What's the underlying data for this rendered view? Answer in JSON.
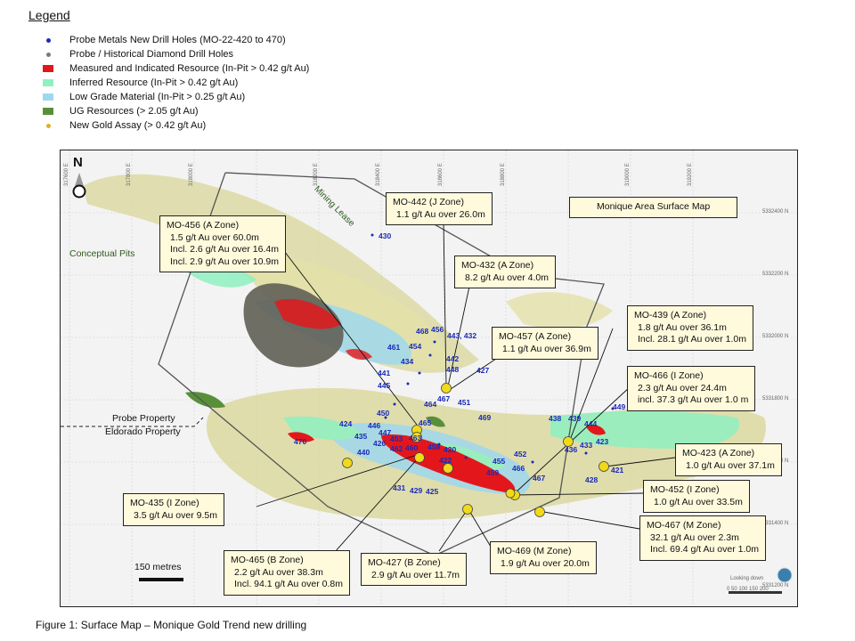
{
  "legend": {
    "title": "Legend",
    "items": [
      {
        "label": "Probe Metals New  Drill Holes (MO-22-420 to 470)",
        "kind": "dot",
        "color": "#1a2ab8"
      },
      {
        "label": "Probe / Historical Diamond Drill Holes",
        "kind": "dot",
        "color": "#7a7a7a"
      },
      {
        "label": "Measured and Indicated Resource (In-Pit > 0.42 g/t Au)",
        "kind": "box",
        "color": "#e3171b"
      },
      {
        "label": "Inferred Resource (In-Pit > 0.42 g/t Au)",
        "kind": "box",
        "color": "#8ff0c0"
      },
      {
        "label": "Low Grade Material (In-Pit > 0.25 g/t Au)",
        "kind": "box",
        "color": "#9fd8ee"
      },
      {
        "label": "UG Resources (> 2.05 g/t Au)",
        "kind": "box",
        "color": "#5a8f3a"
      },
      {
        "label": "New Gold Assay (> 0.42 g/t Au)",
        "kind": "dot",
        "color": "#e0b020"
      }
    ]
  },
  "map": {
    "north": "N",
    "title_box": "Monique Area Surface Map",
    "conceptual_pits": "Conceptual Pits",
    "mining_lease": "Mining Lease",
    "probe_property": "Probe Property",
    "eldorado_property": "Eldorado Property",
    "scale": "150 metres",
    "inset_scale": "0    50  100  150 200",
    "inset_label": "Looking down",
    "coords_right": [
      "5332400 N",
      "5332200 N",
      "5332000 N",
      "5331800 N",
      "5331600 N",
      "5331400 N",
      "5331200 N"
    ],
    "coords_top": [
      "317600 E",
      "317800 E",
      "318000 E",
      "318200 E",
      "318400 E",
      "318600 E",
      "318800 E",
      "319000 E",
      "319200 E"
    ],
    "hole_labels": [
      "430",
      "468",
      "456",
      "443, 432",
      "461",
      "454",
      "434",
      "442",
      "448",
      "427",
      "441",
      "445",
      "464",
      "467",
      "451",
      "450",
      "469",
      "424",
      "446",
      "447",
      "465",
      "435",
      "426",
      "453",
      "440",
      "462",
      "460",
      "463",
      "458",
      "420",
      "422",
      "470",
      "438",
      "439",
      "436",
      "444",
      "449",
      "433",
      "423",
      "452",
      "455",
      "466",
      "459",
      "428",
      "421",
      "467",
      "431",
      "429",
      "425"
    ]
  },
  "callouts": [
    {
      "title": "MO-442 (J Zone)",
      "lines": [
        "1.1 g/t Au over 26.0m"
      ]
    },
    {
      "title": "MO-456 (A Zone)",
      "lines": [
        "1.5 g/t Au over 60.0m",
        "Incl. 2.6 g/t Au over 16.4m",
        "Incl. 2.9 g/t Au over 10.9m"
      ]
    },
    {
      "title": "MO-432 (A Zone)",
      "lines": [
        "8.2 g/t Au over 4.0m"
      ]
    },
    {
      "title": "MO-439 (A Zone)",
      "lines": [
        "1.8 g/t Au over 36.1m",
        "Incl. 28.1 g/t Au over 1.0m"
      ]
    },
    {
      "title": "MO-457 (A Zone)",
      "lines": [
        "1.1 g/t Au over 36.9m"
      ]
    },
    {
      "title": "MO-466 (I Zone)",
      "lines": [
        "2.3 g/t Au over 24.4m",
        "incl. 37.3 g/t Au over 1.0 m"
      ]
    },
    {
      "title": "MO-423 (A Zone)",
      "lines": [
        "1.0 g/t Au over 37.1m"
      ]
    },
    {
      "title": "MO-452 (I Zone)",
      "lines": [
        "1.0 g/t Au over 33.5m"
      ]
    },
    {
      "title": "MO-467 (M Zone)",
      "lines": [
        "32.1 g/t Au over 2.3m",
        "Incl. 69.4 g/t Au over 1.0m"
      ]
    },
    {
      "title": "MO-435 (I Zone)",
      "lines": [
        "3.5 g/t Au over 9.5m"
      ]
    },
    {
      "title": "MO-465 (B Zone)",
      "lines": [
        "2.2 g/t Au over 38.3m",
        "Incl. 94.1 g/t Au over 0.8m"
      ]
    },
    {
      "title": "MO-427 (B Zone)",
      "lines": [
        "2.9 g/t Au over 11.7m"
      ]
    },
    {
      "title": "MO-469 (M Zone)",
      "lines": [
        "1.9 g/t Au over 20.0m"
      ]
    }
  ],
  "caption": "Figure 1: Surface Map – Monique Gold Trend new drilling"
}
